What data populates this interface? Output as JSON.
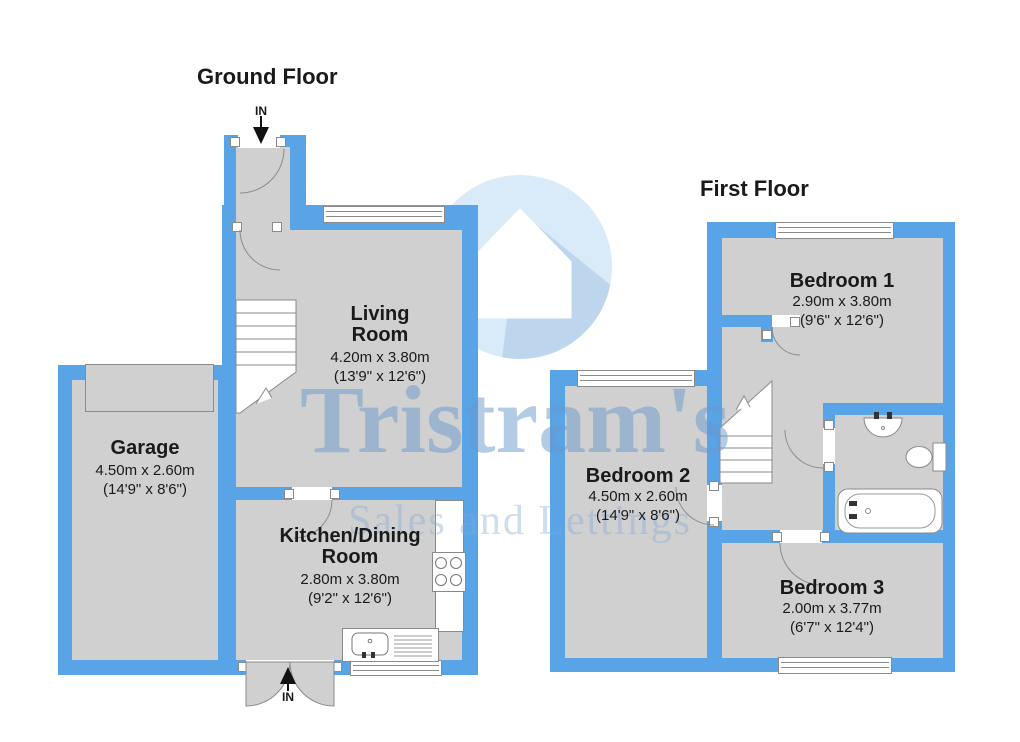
{
  "brand": {
    "name": "Tristram's",
    "tagline": "Sales and Lettings"
  },
  "ground_floor": {
    "title": "Ground Floor",
    "entrance_top": "IN",
    "entrance_bottom": "IN",
    "rooms": {
      "living": {
        "line1": "Living",
        "line2": "Room",
        "metric": "4.20m x 3.80m",
        "imperial": "(13'9\" x 12'6\")"
      },
      "garage": {
        "line1": "Garage",
        "metric": "4.50m x 2.60m",
        "imperial": "(14'9\" x 8'6\")"
      },
      "kitchen": {
        "line1": "Kitchen/Dining",
        "line2": "Room",
        "metric": "2.80m x 3.80m",
        "imperial": "(9'2\" x 12'6\")"
      }
    }
  },
  "first_floor": {
    "title": "First Floor",
    "rooms": {
      "bedroom1": {
        "line1": "Bedroom 1",
        "metric": "2.90m x 3.80m",
        "imperial": "(9'6\" x 12'6\")"
      },
      "bedroom2": {
        "line1": "Bedroom 2",
        "metric": "4.50m x 2.60m",
        "imperial": "(14'9\" x 8'6\")"
      },
      "bedroom3": {
        "line1": "Bedroom 3",
        "metric": "2.00m x 3.77m",
        "imperial": "(6'7\" x 12'4\")"
      }
    }
  },
  "icons": [
    "staircase",
    "bath",
    "toilet",
    "sink",
    "hob",
    "kitchen-sink",
    "garage-door",
    "window",
    "door-arc",
    "entrance-arrow",
    "house-logo"
  ],
  "colors": {
    "wall": "#58a4e6",
    "room_fill": "#d0d0d0",
    "outline": "#8a8a8a",
    "watermark_text": "#6e98cb",
    "logo_circle": "#d9eaf8"
  }
}
